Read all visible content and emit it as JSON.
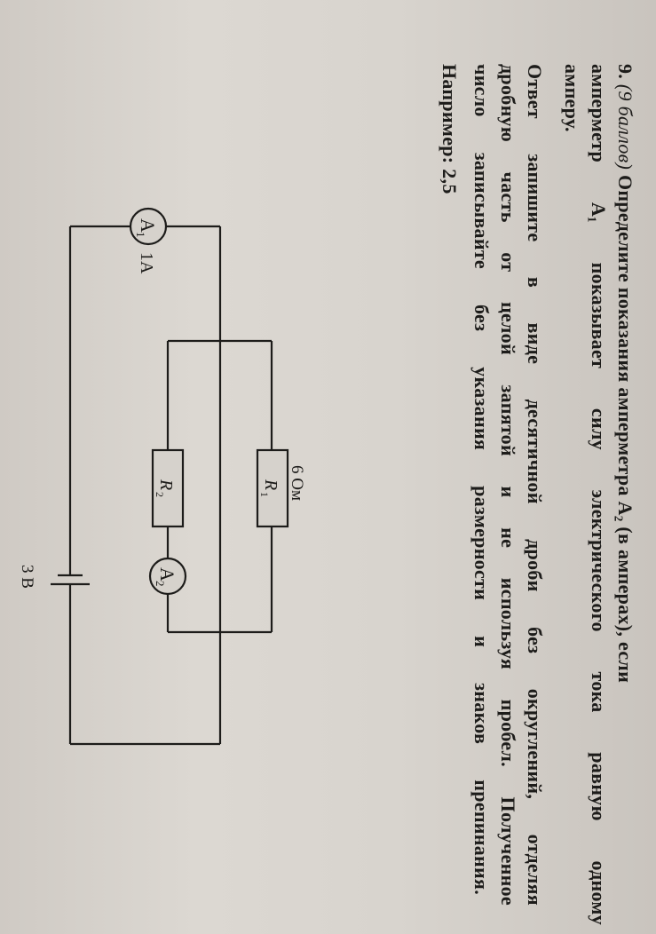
{
  "problem": {
    "number": "9.",
    "points": "(9 баллов)",
    "line1_rest": "Определите показания амперметра А₂ (в амперах), если",
    "line2": "амперметр А₁ показывает силу электрического тока равную одному",
    "line3": "амперу.",
    "answer_line1": "Ответ запишите в виде десятичной дроби без округлений, отделяя",
    "answer_line2": "дробную часть от целой запятой и не используя пробел. Полученное",
    "answer_line3": "число записывайте без указания размерности и знаков препинания.",
    "example": "Например: 2,5"
  },
  "circuit": {
    "ammeter1_label": "A",
    "ammeter1_sub": "1",
    "ammeter1_reading": "1А",
    "ammeter2_label": "A",
    "ammeter2_sub": "2",
    "r1_label": "R",
    "r1_sub": "1",
    "r1_value": "6 Ом",
    "r2_label": "R",
    "r2_sub": "2",
    "battery_value": "3 В"
  }
}
